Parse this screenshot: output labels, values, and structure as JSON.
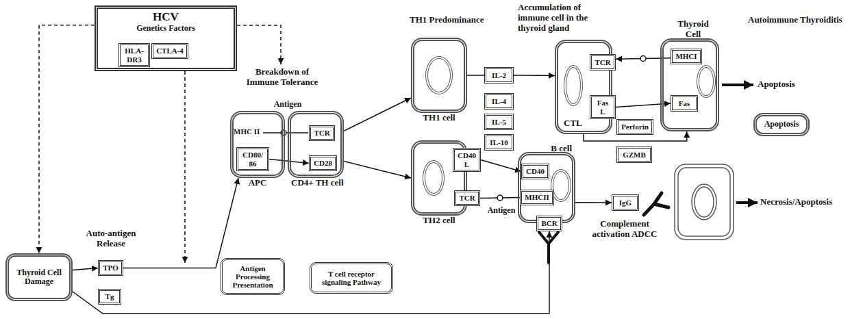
{
  "diagram": {
    "nodes": [
      {
        "text": [
          "HCV",
          "Genetics Factors"
        ]
      },
      {
        "text": [
          "HLA-DR3"
        ],
        "in": 0
      },
      {
        "text": [
          "CTLA-4"
        ],
        "in": 0
      },
      {
        "text": [
          "Thyroid Cell Damage"
        ]
      },
      {
        "text": [
          "TPO"
        ]
      },
      {
        "text": [
          "Tg"
        ]
      },
      {
        "text": [
          "APC"
        ]
      },
      {
        "text": [
          "CD80/ 86"
        ],
        "in": 6
      },
      {
        "text": [
          "Antigen Processing Presentation"
        ]
      },
      {
        "text": [
          "CD4+ TH cell"
        ]
      },
      {
        "text": [
          "TCR"
        ],
        "in": 9
      },
      {
        "text": [
          "CD28"
        ],
        "in": 9
      },
      {
        "text": [
          "T cell receptor signaling Pathway"
        ]
      },
      {
        "text": [
          "TH1 cell"
        ]
      },
      {
        "text": [
          "TH2 cell"
        ]
      },
      {
        "text": [
          "CD40 L"
        ],
        "in": 14
      },
      {
        "text": [
          "TCR"
        ],
        "in": 14
      },
      {
        "text": [
          "IL-2"
        ]
      },
      {
        "text": [
          "IL-4"
        ]
      },
      {
        "text": [
          "IL-5"
        ]
      },
      {
        "text": [
          "IL-10"
        ]
      },
      {
        "text": [
          "B cell"
        ]
      },
      {
        "text": [
          "CD40"
        ],
        "in": 21
      },
      {
        "text": [
          "MHCII"
        ],
        "in": 21
      },
      {
        "text": [
          "BCR"
        ],
        "in": 21
      },
      {
        "text": [
          "IgG"
        ]
      },
      {
        "text": [
          "CTL"
        ]
      },
      {
        "text": [
          "TCR"
        ],
        "in": 26
      },
      {
        "text": [
          "Fas L"
        ],
        "in": 26
      },
      {
        "text": [
          "Perforin"
        ]
      },
      {
        "text": [
          "GZMB"
        ]
      },
      {
        "text": [
          "Thyroid Cell"
        ]
      },
      {
        "text": [
          "MHCI"
        ],
        "in": 31
      },
      {
        "text": [
          "Fas"
        ],
        "in": 31
      },
      {
        "text": [
          "Apoptosis"
        ]
      }
    ],
    "edges": [
      {
        "from": 0,
        "to": 3,
        "arrow": "to"
      },
      {
        "from": 3,
        "to": 4,
        "arrow": "to"
      },
      {
        "from": 3,
        "to": 24,
        "arrow": "to"
      },
      {
        "from": 4,
        "to": 6,
        "arrow": "to"
      },
      {
        "from": 7,
        "to": 11,
        "arrow": "to"
      },
      {
        "from": 9,
        "to": 13,
        "arrow": "to"
      },
      {
        "from": 9,
        "to": 14,
        "arrow": "to"
      },
      {
        "from": 13,
        "to": 17,
        "arrow": "none"
      },
      {
        "from": 17,
        "to": 26,
        "arrow": "to"
      },
      {
        "from": 15,
        "to": 22,
        "arrow": "to"
      },
      {
        "from": 16,
        "to": 23,
        "arrow": "none"
      },
      {
        "from": 21,
        "to": 25,
        "arrow": "to"
      },
      {
        "from": 32,
        "to": 27,
        "arrow": "to"
      },
      {
        "from": 28,
        "to": 33,
        "arrow": "to"
      },
      {
        "from": 26,
        "to": 31,
        "arrow": "to"
      }
    ],
    "labels": [
      "Breakdown of Immune Tolerance",
      "Antigen",
      "MHC II",
      "Auto-antigen Release",
      "TH1 Predominance",
      "Antigen",
      "Accumulation of immune cell in the thyroid gland",
      "Complement activation ADCC",
      "Necrosis/Apoptosis",
      "Autoimmune Thyroiditis",
      "Apoptosis"
    ]
  }
}
